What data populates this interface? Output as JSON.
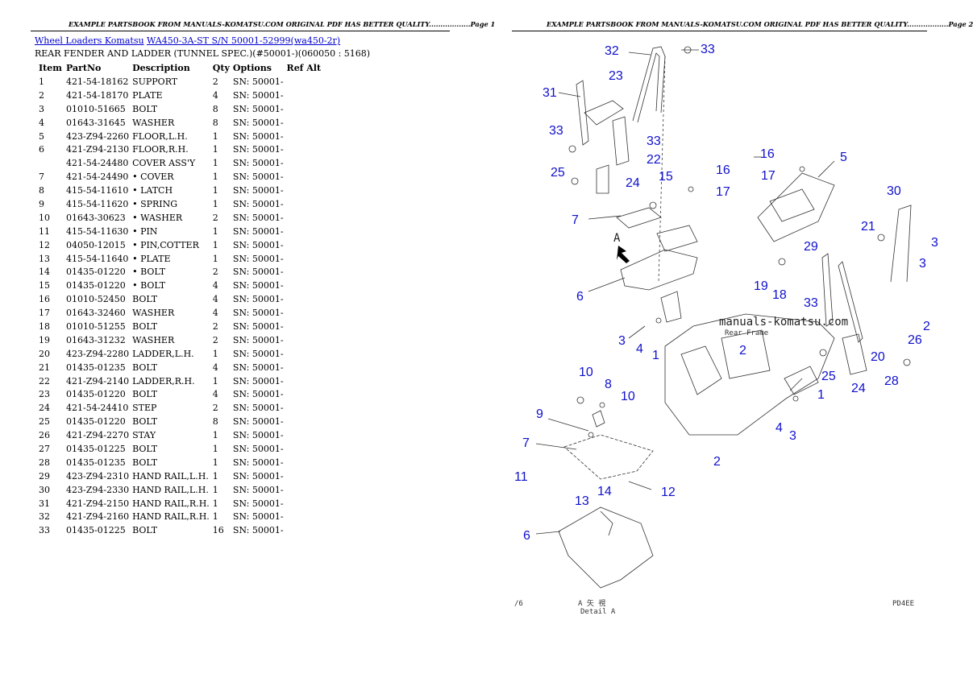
{
  "left_page": {
    "header": "EXAMPLE PARTSBOOK FROM MANUALS-KOMATSU.COM ORIGINAL PDF HAS BETTER QUALITY..................Page 1",
    "breadcrumb": {
      "link1": "Wheel Loaders Komatsu",
      "link2": "WA450-3A-ST S/N 50001-52999(wa450-2r)"
    },
    "subtitle": "REAR FENDER AND LADDER (TUNNEL SPEC.)(#50001-)(060050 : 5168)",
    "columns": [
      "Item",
      "PartNo",
      "Description",
      "Qty",
      "Options",
      "Ref Alt"
    ],
    "rows": [
      {
        "item": "1",
        "part": "421-54-18162",
        "desc": "SUPPORT",
        "qty": "2",
        "opt": "SN: 50001-"
      },
      {
        "item": "2",
        "part": "421-54-18170",
        "desc": "PLATE",
        "qty": "4",
        "opt": "SN: 50001-"
      },
      {
        "item": "3",
        "part": "01010-51665",
        "desc": "BOLT",
        "qty": "8",
        "opt": "SN: 50001-"
      },
      {
        "item": "4",
        "part": "01643-31645",
        "desc": "WASHER",
        "qty": "8",
        "opt": "SN: 50001-"
      },
      {
        "item": "5",
        "part": "423-Z94-2260",
        "desc": "FLOOR,L.H.",
        "qty": "1",
        "opt": "SN: 50001-"
      },
      {
        "item": "6",
        "part": "421-Z94-2130",
        "desc": "FLOOR,R.H.",
        "qty": "1",
        "opt": "SN: 50001-"
      },
      {
        "item": "",
        "part": "421-54-24480",
        "desc": "COVER ASS'Y",
        "qty": "1",
        "opt": "SN: 50001-"
      },
      {
        "item": "7",
        "part": "421-54-24490",
        "desc": "• COVER",
        "qty": "1",
        "opt": "SN: 50001-"
      },
      {
        "item": "8",
        "part": "415-54-11610",
        "desc": "• LATCH",
        "qty": "1",
        "opt": "SN: 50001-"
      },
      {
        "item": "9",
        "part": "415-54-11620",
        "desc": "• SPRING",
        "qty": "1",
        "opt": "SN: 50001-"
      },
      {
        "item": "10",
        "part": "01643-30623",
        "desc": "• WASHER",
        "qty": "2",
        "opt": "SN: 50001-"
      },
      {
        "item": "11",
        "part": "415-54-11630",
        "desc": "• PIN",
        "qty": "1",
        "opt": "SN: 50001-"
      },
      {
        "item": "12",
        "part": "04050-12015",
        "desc": "• PIN,COTTER",
        "qty": "1",
        "opt": "SN: 50001-"
      },
      {
        "item": "13",
        "part": "415-54-11640",
        "desc": "• PLATE",
        "qty": "1",
        "opt": "SN: 50001-"
      },
      {
        "item": "14",
        "part": "01435-01220",
        "desc": "• BOLT",
        "qty": "2",
        "opt": "SN: 50001-"
      },
      {
        "item": "15",
        "part": "01435-01220",
        "desc": "• BOLT",
        "qty": "4",
        "opt": "SN: 50001-"
      },
      {
        "item": "16",
        "part": "01010-52450",
        "desc": "BOLT",
        "qty": "4",
        "opt": "SN: 50001-"
      },
      {
        "item": "17",
        "part": "01643-32460",
        "desc": "WASHER",
        "qty": "4",
        "opt": "SN: 50001-"
      },
      {
        "item": "18",
        "part": "01010-51255",
        "desc": "BOLT",
        "qty": "2",
        "opt": "SN: 50001-"
      },
      {
        "item": "19",
        "part": "01643-31232",
        "desc": "WASHER",
        "qty": "2",
        "opt": "SN: 50001-"
      },
      {
        "item": "20",
        "part": "423-Z94-2280",
        "desc": "LADDER,L.H.",
        "qty": "1",
        "opt": "SN: 50001-"
      },
      {
        "item": "21",
        "part": "01435-01235",
        "desc": "BOLT",
        "qty": "4",
        "opt": "SN: 50001-"
      },
      {
        "item": "22",
        "part": "421-Z94-2140",
        "desc": "LADDER,R.H.",
        "qty": "1",
        "opt": "SN: 50001-"
      },
      {
        "item": "23",
        "part": "01435-01220",
        "desc": "BOLT",
        "qty": "4",
        "opt": "SN: 50001-"
      },
      {
        "item": "24",
        "part": "421-54-24410",
        "desc": "STEP",
        "qty": "2",
        "opt": "SN: 50001-"
      },
      {
        "item": "25",
        "part": "01435-01220",
        "desc": "BOLT",
        "qty": "8",
        "opt": "SN: 50001-"
      },
      {
        "item": "26",
        "part": "421-Z94-2270",
        "desc": "STAY",
        "qty": "1",
        "opt": "SN: 50001-"
      },
      {
        "item": "27",
        "part": "01435-01225",
        "desc": "BOLT",
        "qty": "1",
        "opt": "SN: 50001-"
      },
      {
        "item": "28",
        "part": "01435-01235",
        "desc": "BOLT",
        "qty": "1",
        "opt": "SN: 50001-"
      },
      {
        "item": "29",
        "part": "423-Z94-2310",
        "desc": "HAND RAIL,L.H.",
        "qty": "1",
        "opt": "SN: 50001-"
      },
      {
        "item": "30",
        "part": "423-Z94-2330",
        "desc": "HAND RAIL,L.H.",
        "qty": "1",
        "opt": "SN: 50001-"
      },
      {
        "item": "31",
        "part": "421-Z94-2150",
        "desc": "HAND RAIL,R.H.",
        "qty": "1",
        "opt": "SN: 50001-"
      },
      {
        "item": "32",
        "part": "421-Z94-2160",
        "desc": "HAND RAIL,R.H.",
        "qty": "1",
        "opt": "SN: 50001-"
      },
      {
        "item": "33",
        "part": "01435-01225",
        "desc": "BOLT",
        "qty": "16",
        "opt": "SN: 50001-"
      }
    ]
  },
  "right_page": {
    "header": "EXAMPLE PARTSBOOK FROM MANUALS-KOMATSU.COM ORIGINAL PDF HAS BETTER QUALITY..................Page 2",
    "watermark": "manuals-komatsu.com",
    "rear_frame_label": "Rear Frame",
    "arrow_label": "A",
    "detail_a_label": "Detail A",
    "footer_left": "/6",
    "footer_mid": "A 矢 視",
    "footer_right": "PD4EE",
    "callouts": [
      "32",
      "33",
      "23",
      "31",
      "33",
      "33",
      "22",
      "25",
      "24",
      "15",
      "16",
      "17",
      "16",
      "17",
      "5",
      "7",
      "6",
      "30",
      "21",
      "29",
      "19",
      "18",
      "3",
      "4",
      "1",
      "2",
      "33",
      "20",
      "25",
      "24",
      "28",
      "26",
      "1",
      "4",
      "3",
      "2",
      "10",
      "8",
      "10",
      "9",
      "7",
      "11",
      "12",
      "13",
      "14",
      "6",
      "3",
      "3",
      "2"
    ],
    "callout_color": "#1010cc"
  }
}
